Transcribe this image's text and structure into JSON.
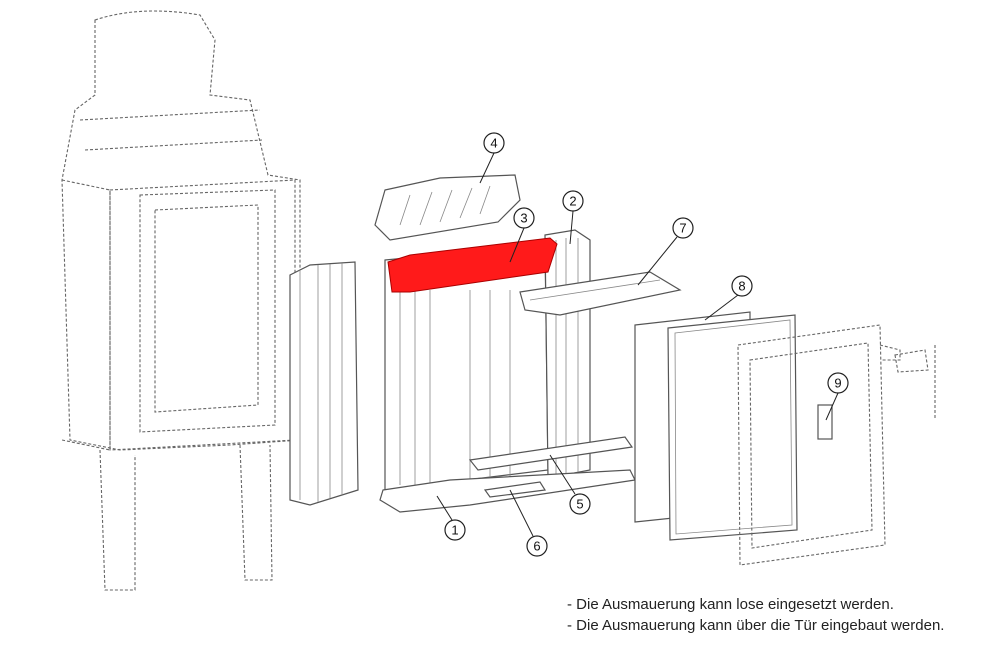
{
  "diagram": {
    "highlight_color": "#ff1a1a",
    "callouts": [
      "1",
      "2",
      "3",
      "4",
      "5",
      "6",
      "7",
      "8",
      "9"
    ],
    "highlighted_part": "3"
  },
  "notes": [
    "- Die Ausmauerung kann lose eingesetzt werden.",
    "- Die Ausmauerung kann über die Tür eingebaut werden."
  ]
}
